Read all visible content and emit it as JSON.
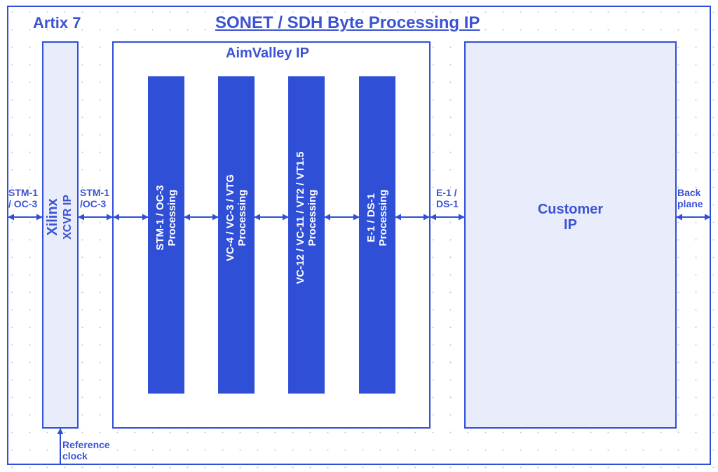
{
  "diagram": {
    "device": "Artix 7",
    "title": "SONET / SDH Byte Processing IP",
    "xcvr": {
      "line1": "Xilinx",
      "line2": "XCVR IP"
    },
    "aim_title": "AimValley IP",
    "blocks": [
      {
        "line1": "STM-1 / OC-3",
        "line2": "Processing"
      },
      {
        "line1": "VC-4 / VC-3 / VTG",
        "line2": "Processing"
      },
      {
        "line1": "VC-12 / VC-11 / VT2 / VT1.5",
        "line2": "Processing"
      },
      {
        "line1": "E-1 / DS-1",
        "line2": "Processing"
      }
    ],
    "customer": {
      "line1": "Customer",
      "line2": "IP"
    },
    "labels": {
      "left_in": {
        "line1": "STM-1",
        "line2": "/ OC-3"
      },
      "xcvr_out": {
        "line1": "STM-1",
        "line2": "/OC-3"
      },
      "aim_out": {
        "line1": "E-1 /",
        "line2": "DS-1"
      },
      "backplane": {
        "line1": "Back",
        "line2": "plane"
      },
      "ref_clock": {
        "line1": "Reference",
        "line2": "clock"
      }
    },
    "colors": {
      "primary": "#2f4fd6",
      "text": "#3b53d4",
      "panel": "#e9edfb"
    }
  }
}
